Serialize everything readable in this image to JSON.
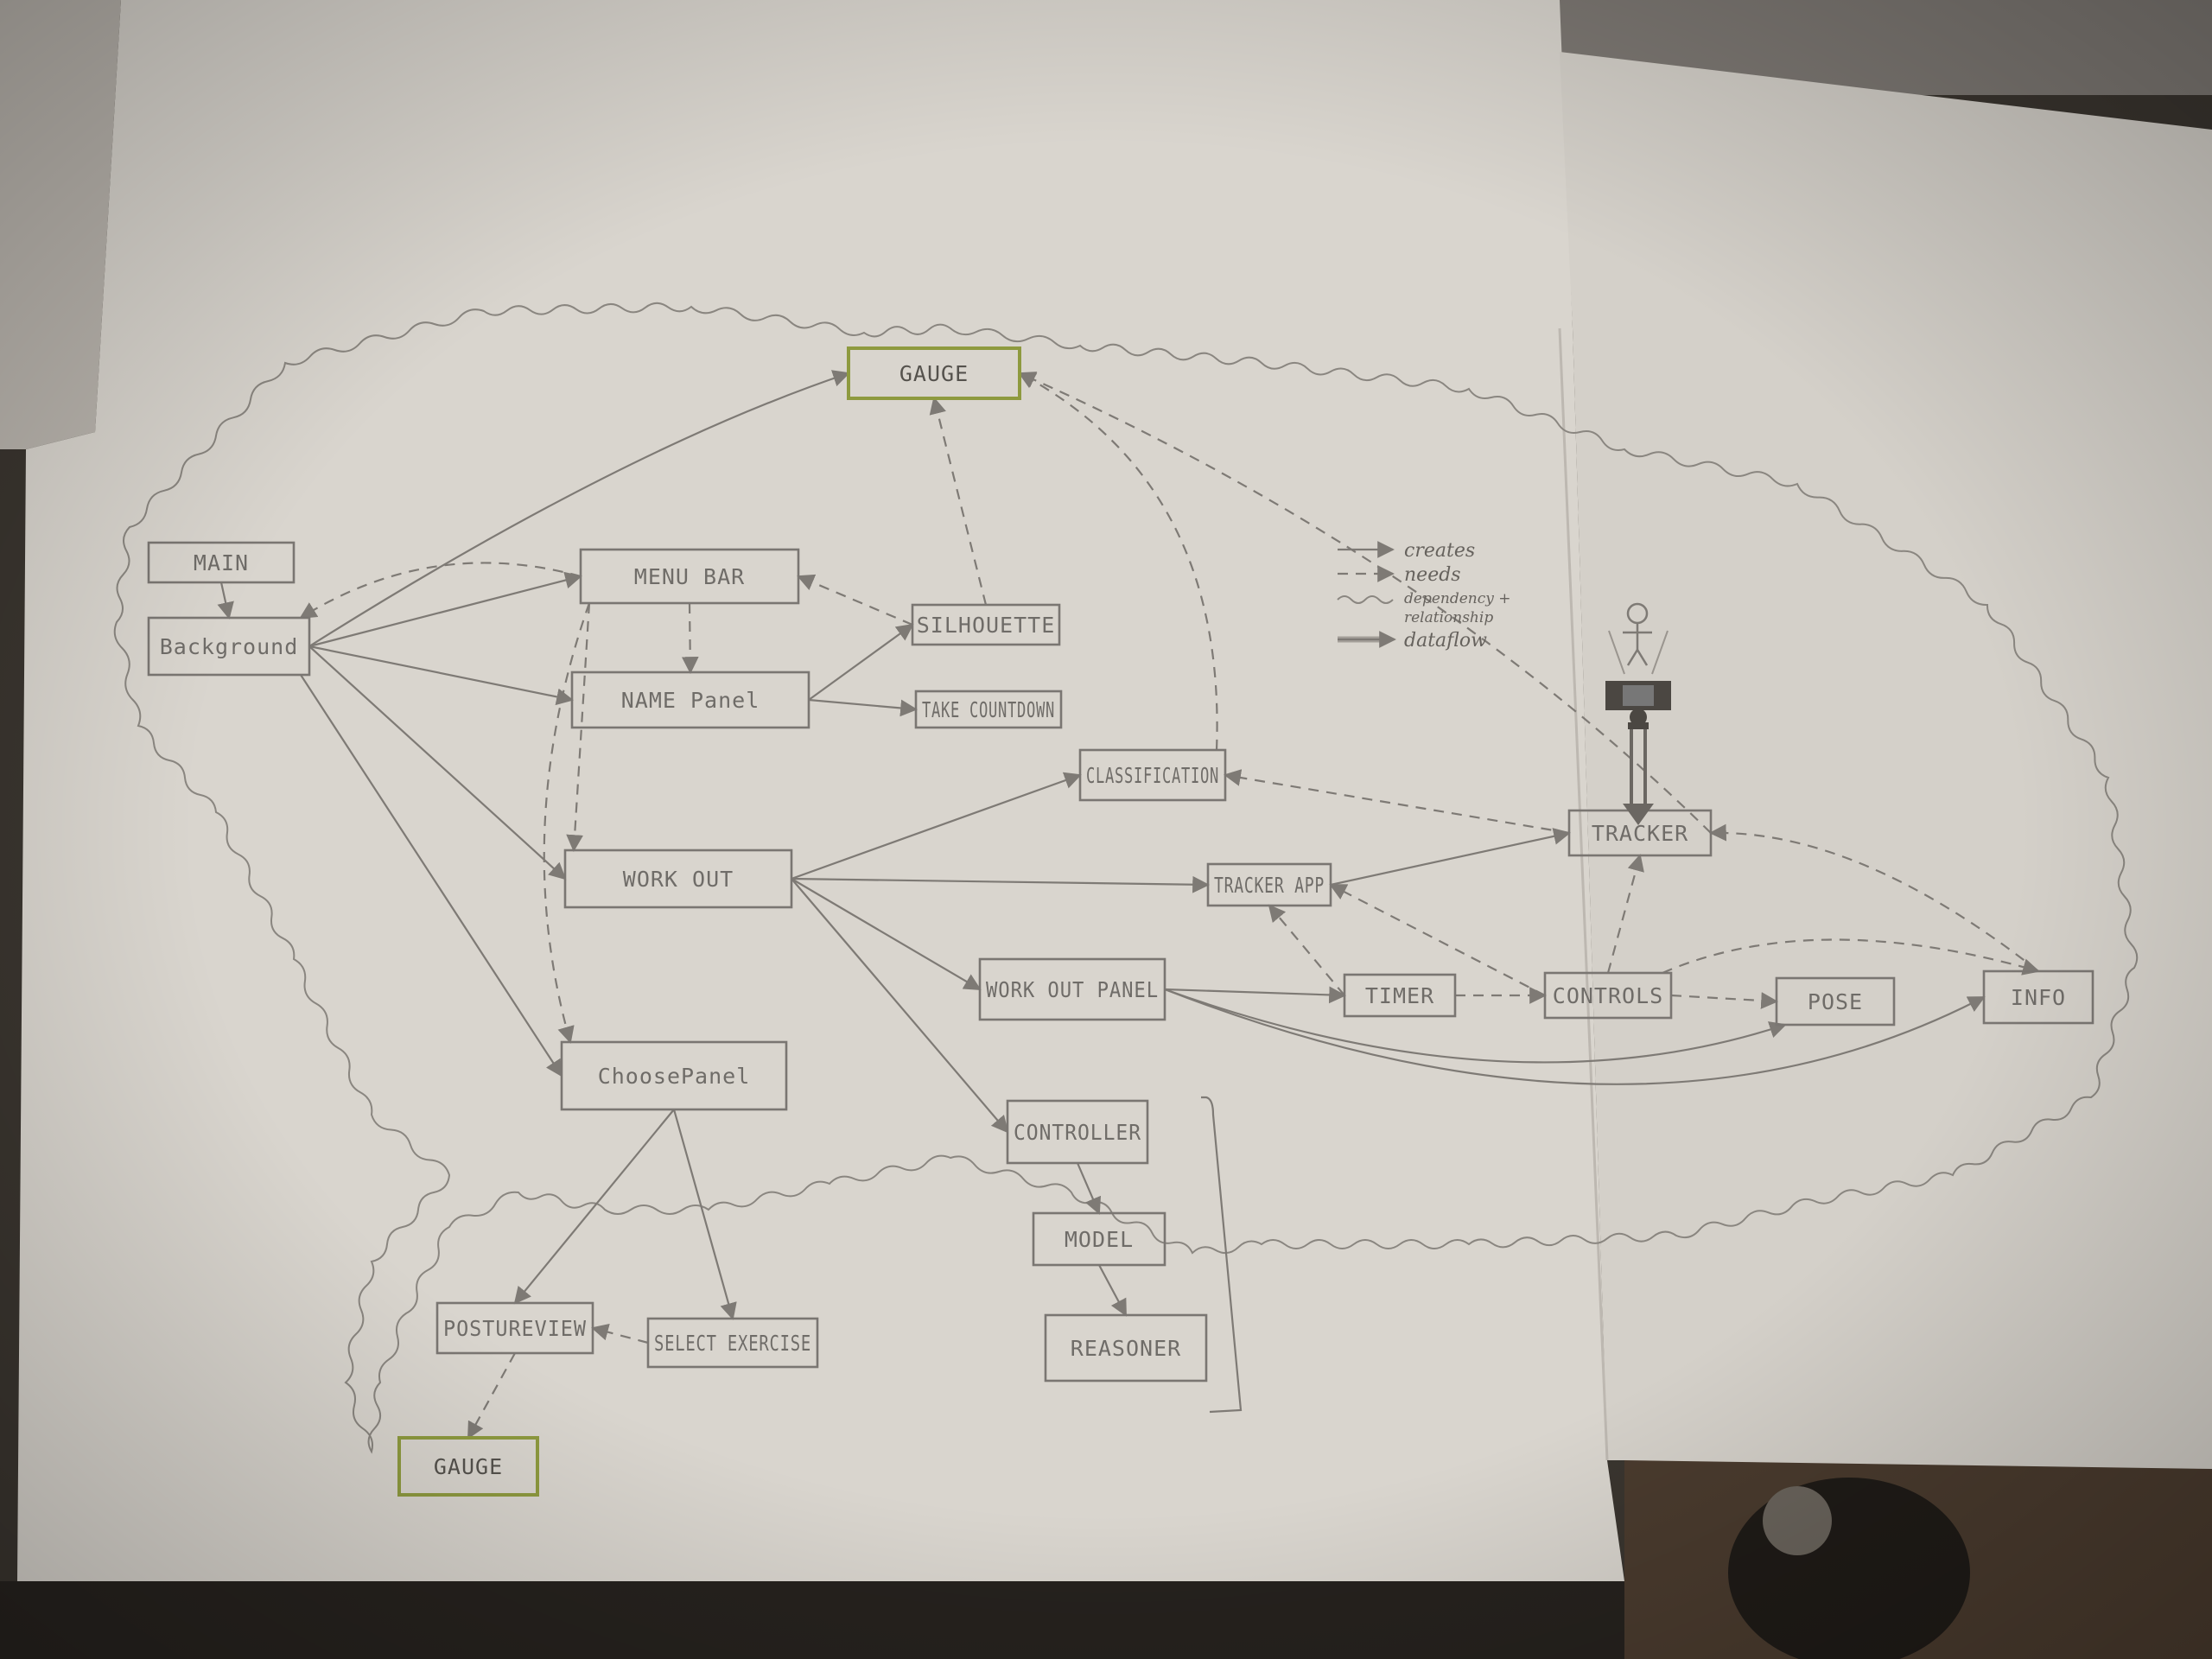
{
  "nodes": {
    "gauge_top": "GAUGE",
    "main": "MAIN",
    "background": "Background",
    "menu_bar": "MENU BAR",
    "silhouette": "SILHOUETTE",
    "name_panel": "NAME Panel",
    "take_countdown": "TAKE COUNTDOWN",
    "classification": "CLASSIFICATION",
    "workout": "WORK OUT",
    "tracker_app": "TRACKER APP",
    "tracker": "TRACKER",
    "workout_panel": "WORK OUT PANEL",
    "timer": "TIMER",
    "controls": "CONTROLS",
    "pose": "POSE",
    "info": "INFO",
    "choose_panel": "ChoosePanel",
    "controller": "CONTROLLER",
    "model": "MODEL",
    "reasoner": "REASONER",
    "posture_view": "POSTUREVIEW",
    "select_exercise": "SELECT EXERCISE",
    "gauge_bottom": "GAUGE"
  },
  "legend": {
    "creates": "creates",
    "needs": "needs",
    "dependency_line1": "dependency +",
    "dependency_line2": "relationship",
    "dataflow": "dataflow"
  },
  "colors": {
    "paper": "#d9d5ce",
    "pencil": "#7a7672",
    "gauge_highlight": "#8e9a3f"
  }
}
